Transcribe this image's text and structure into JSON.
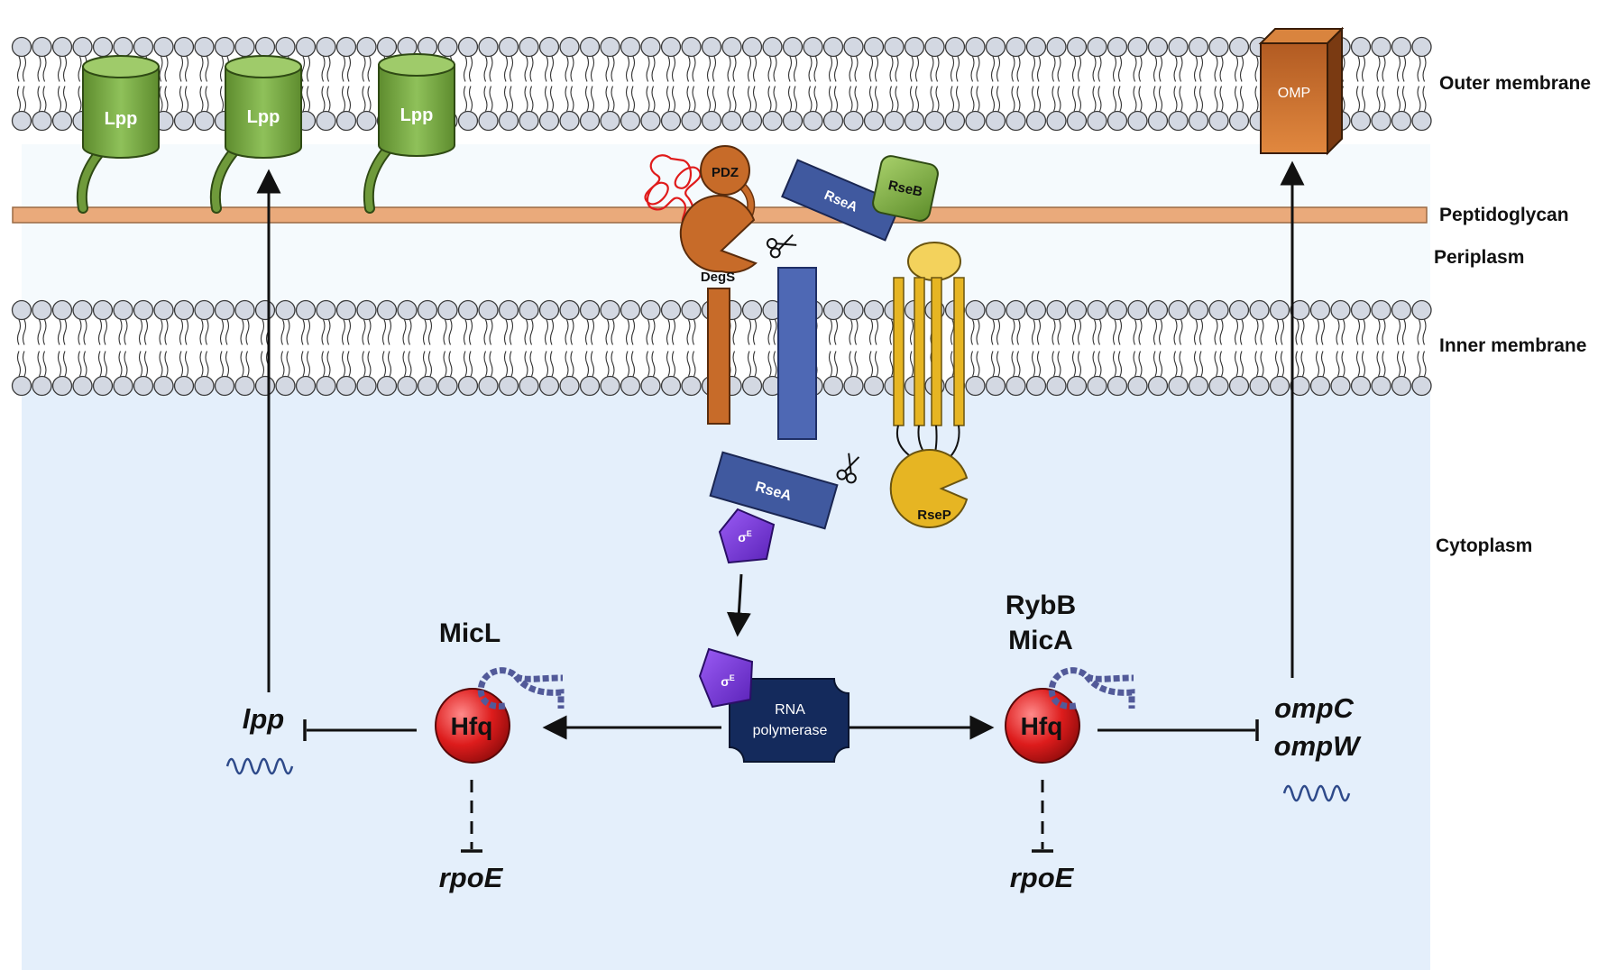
{
  "regions": {
    "outer_membrane": "Outer membrane",
    "peptidoglycan": "Peptidoglycan",
    "periplasm": "Periplasm",
    "inner_membrane": "Inner membrane",
    "cytoplasm": "Cytoplasm"
  },
  "proteins": {
    "lpp": [
      "Lpp",
      "Lpp",
      "Lpp"
    ],
    "omp": "OMP",
    "pdz": "PDZ",
    "degs": "DegS",
    "rsea_periplasm": "RseA",
    "rseb": "RseB",
    "rsea_cytoplasm": "RseA",
    "rsep": "RseP",
    "sigma_base": "σ",
    "sigma_sup": "E",
    "rnap_line1": "RNA",
    "rnap_line2": "polymerase"
  },
  "srnas": {
    "left_name": "MicL",
    "left_chaperone": "Hfq",
    "right_name_1": "RybB",
    "right_name_2": "MicA",
    "right_chaperone": "Hfq"
  },
  "genes": {
    "lpp": "lpp",
    "rpoe_left": "rpoE",
    "rpoe_right": "rpoE",
    "ompc": "ompC",
    "ompw": "ompW"
  },
  "colors": {
    "cytoplasm_bg": "#e4effb",
    "membrane_head": "#d3d8e2",
    "peptidoglycan": "#eaaa7b",
    "lpp_green": "#79a641",
    "degs_orange": "#c76b29",
    "rsea_blue": "#40599f",
    "rseb_green": "#7cae3f",
    "rsep_yellow": "#e6b523",
    "sigma_purple": "#7b3be0",
    "rnap_navy": "#142a5c",
    "hfq_red": "#dd1c1c",
    "omp_orange": "#c9692a",
    "srna_dots": "#525a99"
  }
}
